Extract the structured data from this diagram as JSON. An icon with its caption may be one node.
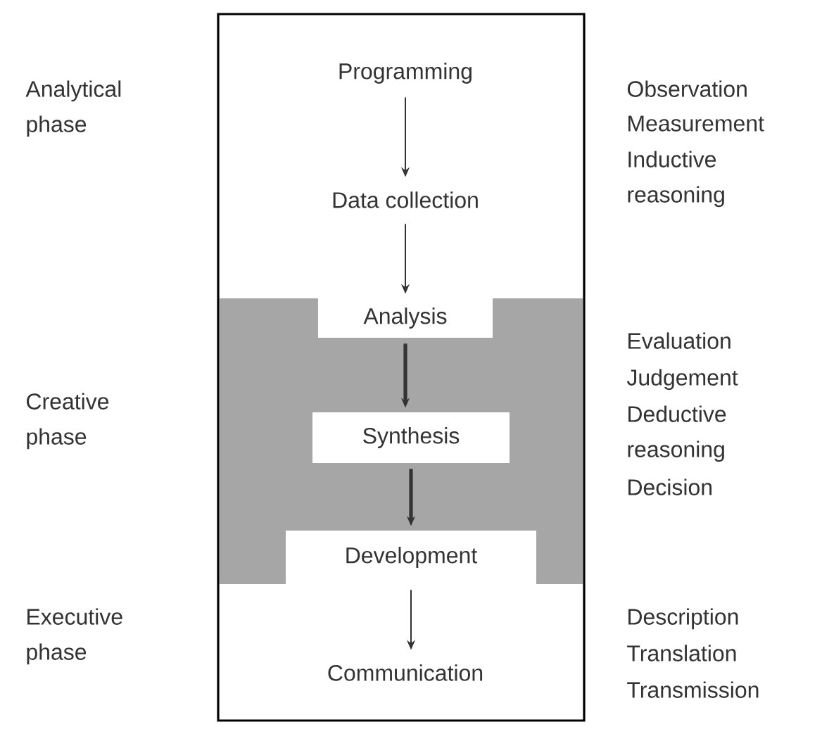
{
  "diagram": {
    "nodes": [
      {
        "text": [],
        "shape": "box"
      },
      {
        "text": [],
        "shape": "band",
        "in": 0
      },
      {
        "text": [
          "Programming"
        ],
        "in": 0
      },
      {
        "text": [
          "Data collection"
        ],
        "in": 0
      },
      {
        "text": [
          "Analysis"
        ],
        "in": 1
      },
      {
        "text": [
          "Synthesis"
        ],
        "in": 1
      },
      {
        "text": [
          "Development"
        ],
        "in": 1
      },
      {
        "text": [
          "Communication"
        ],
        "in": 0
      }
    ],
    "edges": [
      {
        "from": 2,
        "to": 3,
        "arrow": "to"
      },
      {
        "from": 3,
        "to": 4,
        "arrow": "to"
      },
      {
        "from": 4,
        "to": 5,
        "arrow": "to",
        "style": "thick"
      },
      {
        "from": 5,
        "to": 6,
        "arrow": "to",
        "style": "thick"
      },
      {
        "from": 6,
        "to": 7,
        "arrow": "to"
      }
    ],
    "labels": [
      "Analytical phase",
      "Observation",
      "Measurement",
      "Inductive reasoning",
      "Creative phase",
      "Evaluation",
      "Judgement",
      "Deductive reasoning",
      "Decision",
      "Executive phase",
      "Description",
      "Translation",
      "Transmission"
    ]
  }
}
